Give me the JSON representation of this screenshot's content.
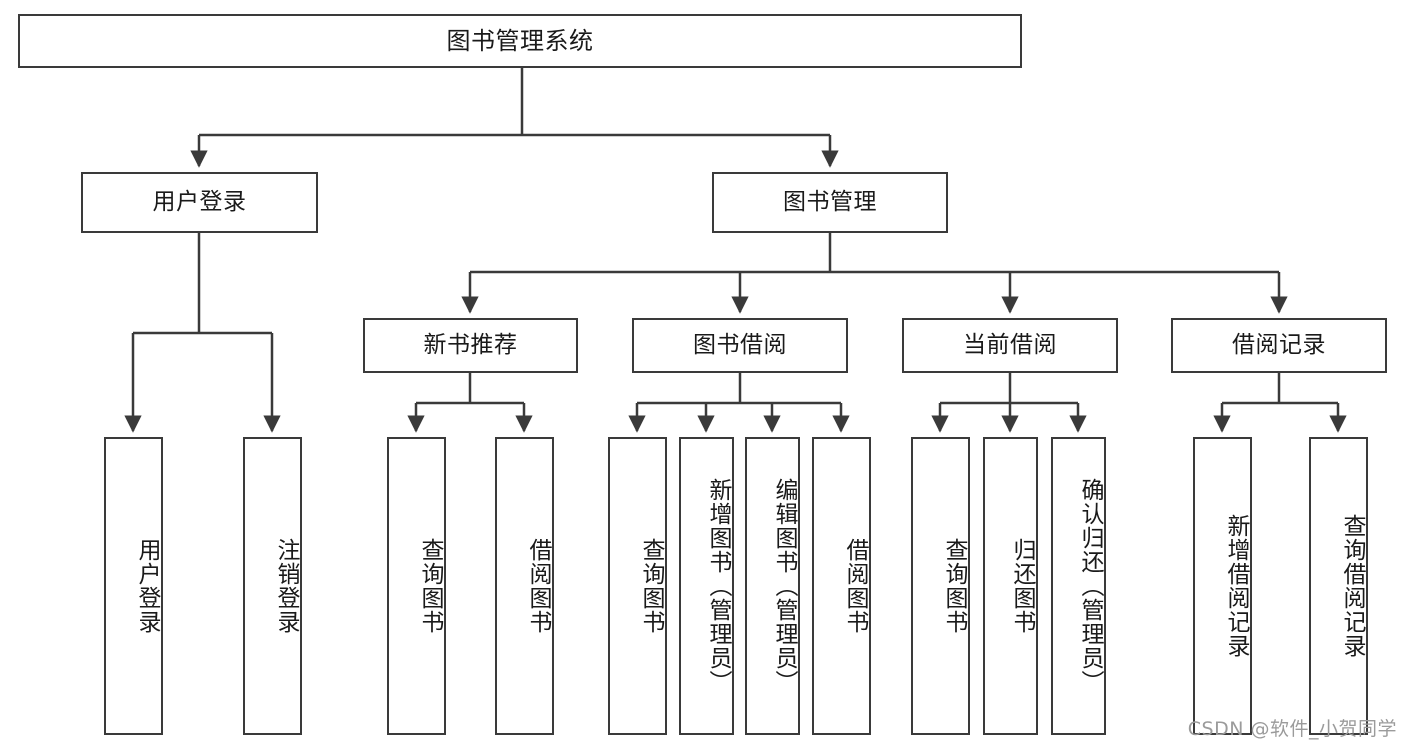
{
  "diagram": {
    "title": "图书管理系统",
    "type": "hierarchy-tree",
    "orientation": "top-down",
    "stroke_color": "#3a3a3a",
    "background_color": "#ffffff",
    "text_color": "#1a1a1a",
    "levels": 4
  },
  "nodes": {
    "root": {
      "label": "图书管理系统"
    },
    "level2": [
      {
        "id": "user-login",
        "label": "用户登录"
      },
      {
        "id": "book-management",
        "label": "图书管理"
      }
    ],
    "level3": [
      {
        "id": "new-book-recommend",
        "label": "新书推荐"
      },
      {
        "id": "book-borrow",
        "label": "图书借阅"
      },
      {
        "id": "current-borrow",
        "label": "当前借阅"
      },
      {
        "id": "borrow-record",
        "label": "借阅记录"
      }
    ],
    "leaves": {
      "user_login": [
        {
          "id": "leaf-user-login",
          "label": "用户登录"
        },
        {
          "id": "leaf-logout-login",
          "label": "注销登录"
        }
      ],
      "new_book_recommend": [
        {
          "id": "leaf-query-book-1",
          "label": "查询图书"
        },
        {
          "id": "leaf-borrow-book-1",
          "label": "借阅图书"
        }
      ],
      "book_borrow": [
        {
          "id": "leaf-query-book-2",
          "label": "查询图书"
        },
        {
          "id": "leaf-add-book",
          "label": "新增图书（管理员）"
        },
        {
          "id": "leaf-edit-book",
          "label": "编辑图书（管理员）"
        },
        {
          "id": "leaf-borrow-book-2",
          "label": "借阅图书"
        }
      ],
      "current_borrow": [
        {
          "id": "leaf-query-book-3",
          "label": "查询图书"
        },
        {
          "id": "leaf-return-book",
          "label": "归还图书"
        },
        {
          "id": "leaf-confirm-return",
          "label": "确认归还（管理员）"
        }
      ],
      "borrow_record": [
        {
          "id": "leaf-add-record",
          "label": "新增借阅记录"
        },
        {
          "id": "leaf-query-record",
          "label": "查询借阅记录"
        }
      ]
    }
  },
  "watermark": {
    "text": "CSDN @软件_小贺同学"
  }
}
